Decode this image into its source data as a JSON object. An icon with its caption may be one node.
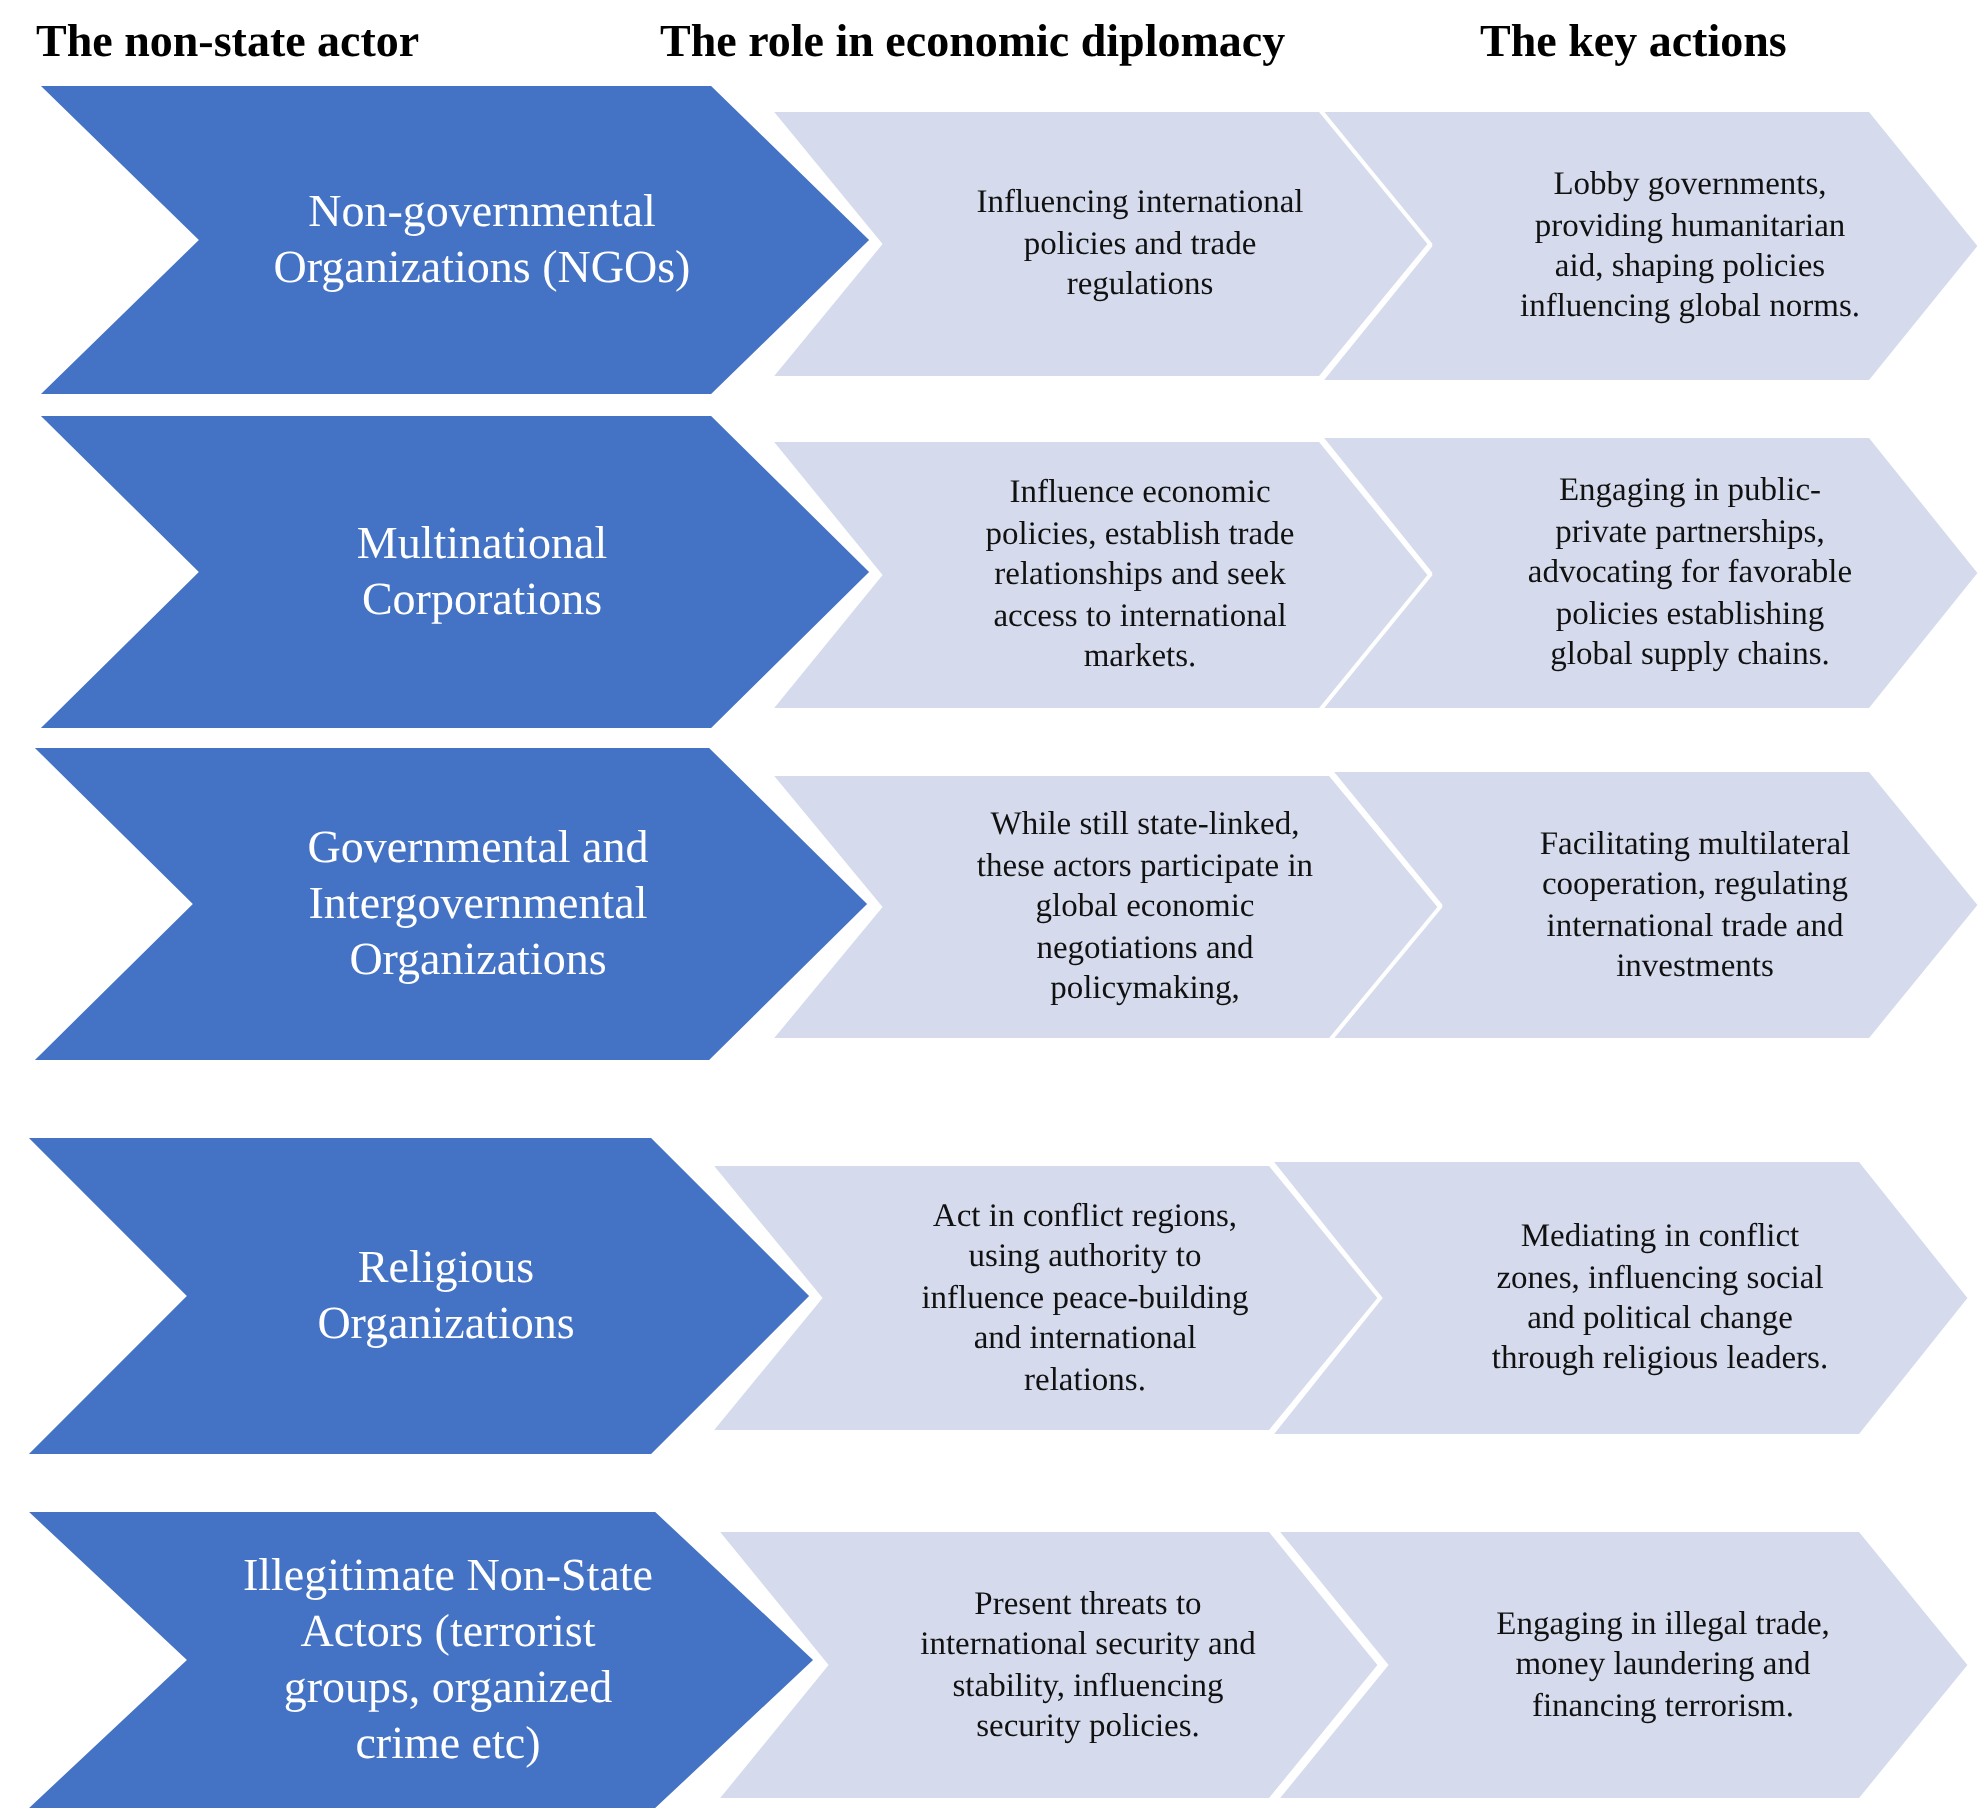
{
  "diagram": {
    "nodes": [
      {
        "text": [
          "Non-governmental Organizations (NGOs)"
        ]
      },
      {
        "text": [
          "Influencing international policies and trade regulations"
        ]
      },
      {
        "text": [
          "Lobby governments, providing humanitarian aid, shaping policies influencing global norms."
        ]
      },
      {
        "text": [
          "Multinational Corporations"
        ]
      },
      {
        "text": [
          "Influence economic policies, establish trade relationships and seek access to international markets."
        ]
      },
      {
        "text": [
          "Engaging in public-private partnerships, advocating for favorable policies establishing global supply chains."
        ]
      },
      {
        "text": [
          "Governmental and Intergovernmental Organizations"
        ]
      },
      {
        "text": [
          "While still state-linked, these actors participate in global economic negotiations and policymaking,"
        ]
      },
      {
        "text": [
          "Facilitating multilateral cooperation, regulating international trade and investments"
        ]
      },
      {
        "text": [
          "Religious Organizations"
        ]
      },
      {
        "text": [
          "Act in conflict regions, using authority to influence peace-building and international relations."
        ]
      },
      {
        "text": [
          "Mediating in conflict zones, influencing social and political change through religious leaders."
        ]
      },
      {
        "text": [
          "Illegitimate Non-State Actors (terrorist groups, organized crime etc)"
        ]
      },
      {
        "text": [
          "Present threats to international security and stability, influencing security policies."
        ]
      },
      {
        "text": [
          "Engaging in illegal trade, money laundering and financing terrorism."
        ]
      }
    ],
    "labels": [
      "The non-state actor",
      "The role in economic diplomacy",
      "The key actions"
    ]
  }
}
